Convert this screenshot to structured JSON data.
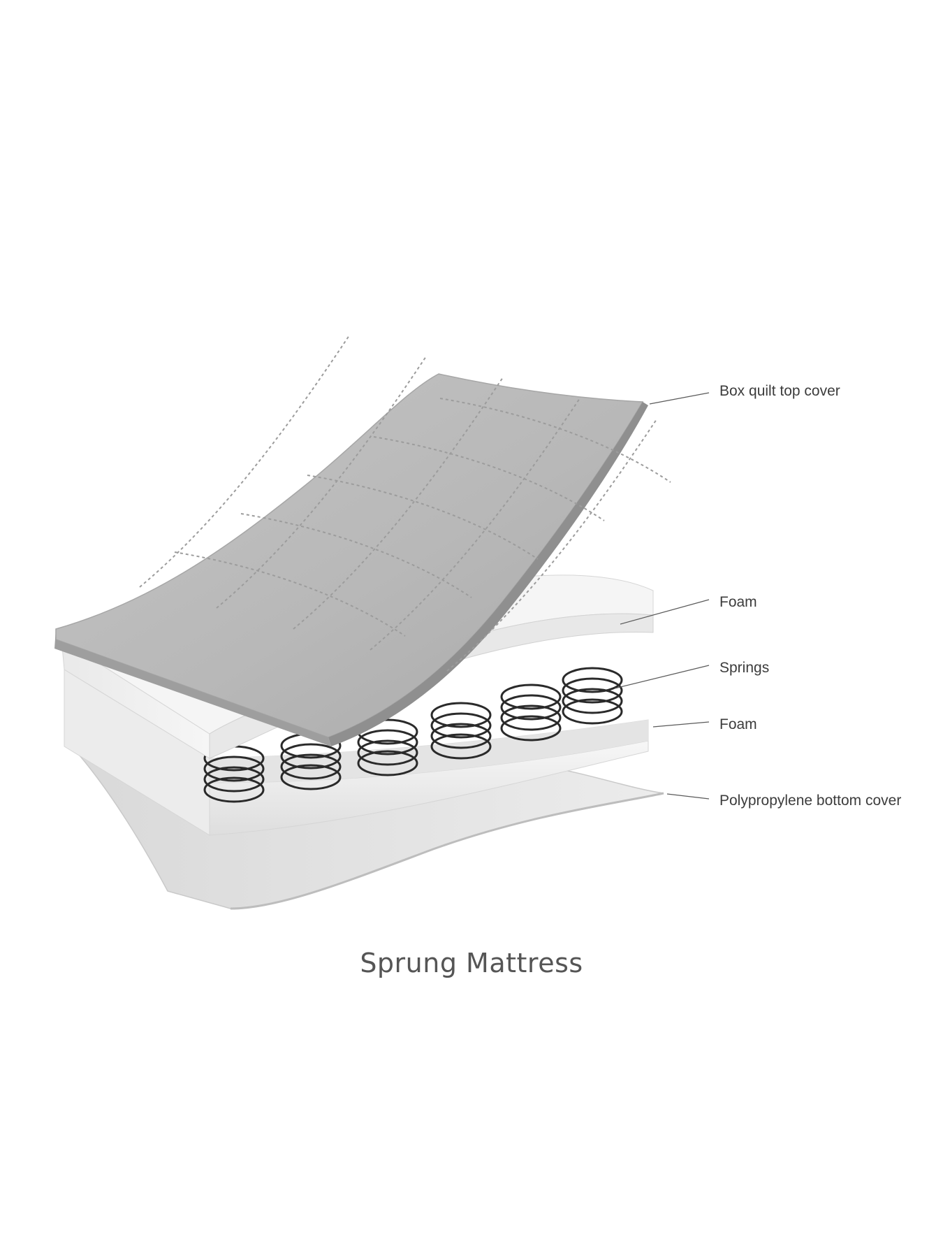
{
  "caption": "Sprung Mattress",
  "callouts": [
    {
      "id": "top-cover",
      "text": "Box quilt top cover"
    },
    {
      "id": "foam-upper",
      "text": "Foam"
    },
    {
      "id": "springs",
      "text": "Springs"
    },
    {
      "id": "foam-lower",
      "text": "Foam"
    },
    {
      "id": "bottom-cover",
      "text": "Polypropylene bottom cover"
    }
  ],
  "colors": {
    "quilt_cover": "#b9b9b9",
    "foam": "#f2f2f2",
    "spring_wire": "#2a2a2a",
    "bottom_cover": "#e6e6e6",
    "label_text": "#3c3c3c",
    "caption_text": "#555555"
  }
}
